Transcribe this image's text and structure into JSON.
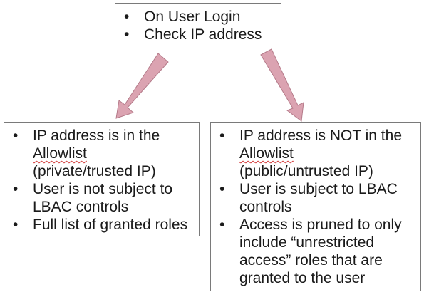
{
  "top_box": {
    "items": [
      "On User Login",
      "Check IP address"
    ]
  },
  "left_box": {
    "items": [
      "IP address is in the\nAllowlist\n(private/trusted IP)",
      "User is not subject to\nLBAC controls",
      "Full list of granted roles"
    ]
  },
  "right_box": {
    "items": [
      "IP address is NOT in the\nAllowlist\n(public/untrusted IP)",
      "User is subject to LBAC\ncontrols",
      "Access is pruned to only\ninclude “unrestricted\naccess” roles that are\ngranted to the user"
    ]
  },
  "colors": {
    "arrow_fill": "#dba3b1",
    "arrow_stroke": "#b47a89",
    "box_border": "#7a7a7a",
    "spellcheck_underline": "#d23c3c"
  },
  "bullet_glyph": "•"
}
